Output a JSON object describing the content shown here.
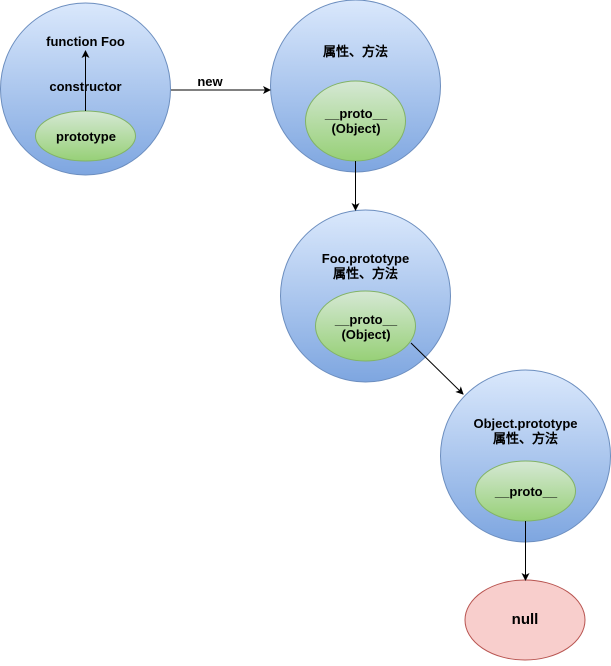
{
  "nodes": {
    "foo": {
      "title": "function Foo",
      "constructor_label": "constructor",
      "inner_label": "prototype"
    },
    "instance": {
      "title": "属性、方法",
      "inner_label": "__proto__\n(Object)"
    },
    "foo_prototype": {
      "title": "Foo.prototype\n属性、方法",
      "inner_label": "__proto__\n(Object)"
    },
    "object_prototype": {
      "title": "Object.prototype\n属性、方法",
      "inner_label": "__proto__"
    },
    "null": {
      "label": "null"
    }
  },
  "edges": {
    "new": {
      "label": "new"
    }
  },
  "colors": {
    "blue_top": "#dae8fc",
    "blue_bottom": "#7ea6e0",
    "blue_stroke": "#6c8ebf",
    "green_top": "#d5e8d4",
    "green_bottom": "#97d077",
    "green_stroke": "#82b366",
    "null_fill": "#f8cecc",
    "null_stroke": "#b85450",
    "line": "#000000"
  }
}
